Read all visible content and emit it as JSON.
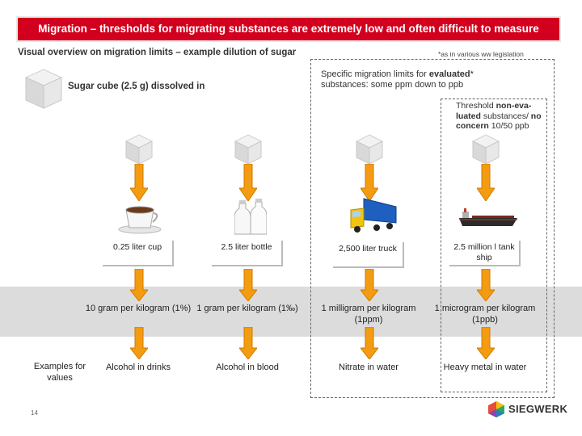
{
  "title": "Migration – thresholds for migrating substances are extremely low and often difficult to measure",
  "subtitle": "Visual overview on migration limits – example dilution of sugar",
  "footnote": "*as in various ww legislation",
  "sugar_label": "Sugar cube (2.5 g) dissolved in",
  "specific_limits": {
    "line1_prefix": "Specific migration limits for ",
    "line1_bold": "evaluated",
    "line1_suffix": "*",
    "line2": "substances: some ppm down to ppb"
  },
  "threshold": {
    "prefix": "Threshold ",
    "bold": "non-eva-luated",
    "suffix": " substances/ ",
    "bold2": "no concern",
    "suffix2": " 10/50 ppb"
  },
  "columns": [
    {
      "container": "0.25 liter cup",
      "concentration": "10 gram per kilogram (1%)",
      "example": "Alcohol in drinks",
      "icon": "coffee-cup-icon"
    },
    {
      "container": "2.5 liter bottle",
      "concentration": "1 gram per kilogram (1‰)",
      "example": "Alcohol in blood",
      "icon": "milk-bottles-icon"
    },
    {
      "container": "2,500 liter truck",
      "concentration": "1 milligram per kilogram (1ppm)",
      "example": "Nitrate in water",
      "icon": "truck-icon"
    },
    {
      "container": "2.5 million l tank ship",
      "concentration": "1 microgram per kilogram (1ppb)",
      "example": "Heavy metal in water",
      "icon": "tank-ship-icon"
    }
  ],
  "examples_label": "Examples for values",
  "page_number": "14",
  "logo_text": "SIEGWERK",
  "colors": {
    "title_red": "#d2001e",
    "arrow_orange": "#f39c12",
    "band_gray": "#dcdcdc"
  }
}
